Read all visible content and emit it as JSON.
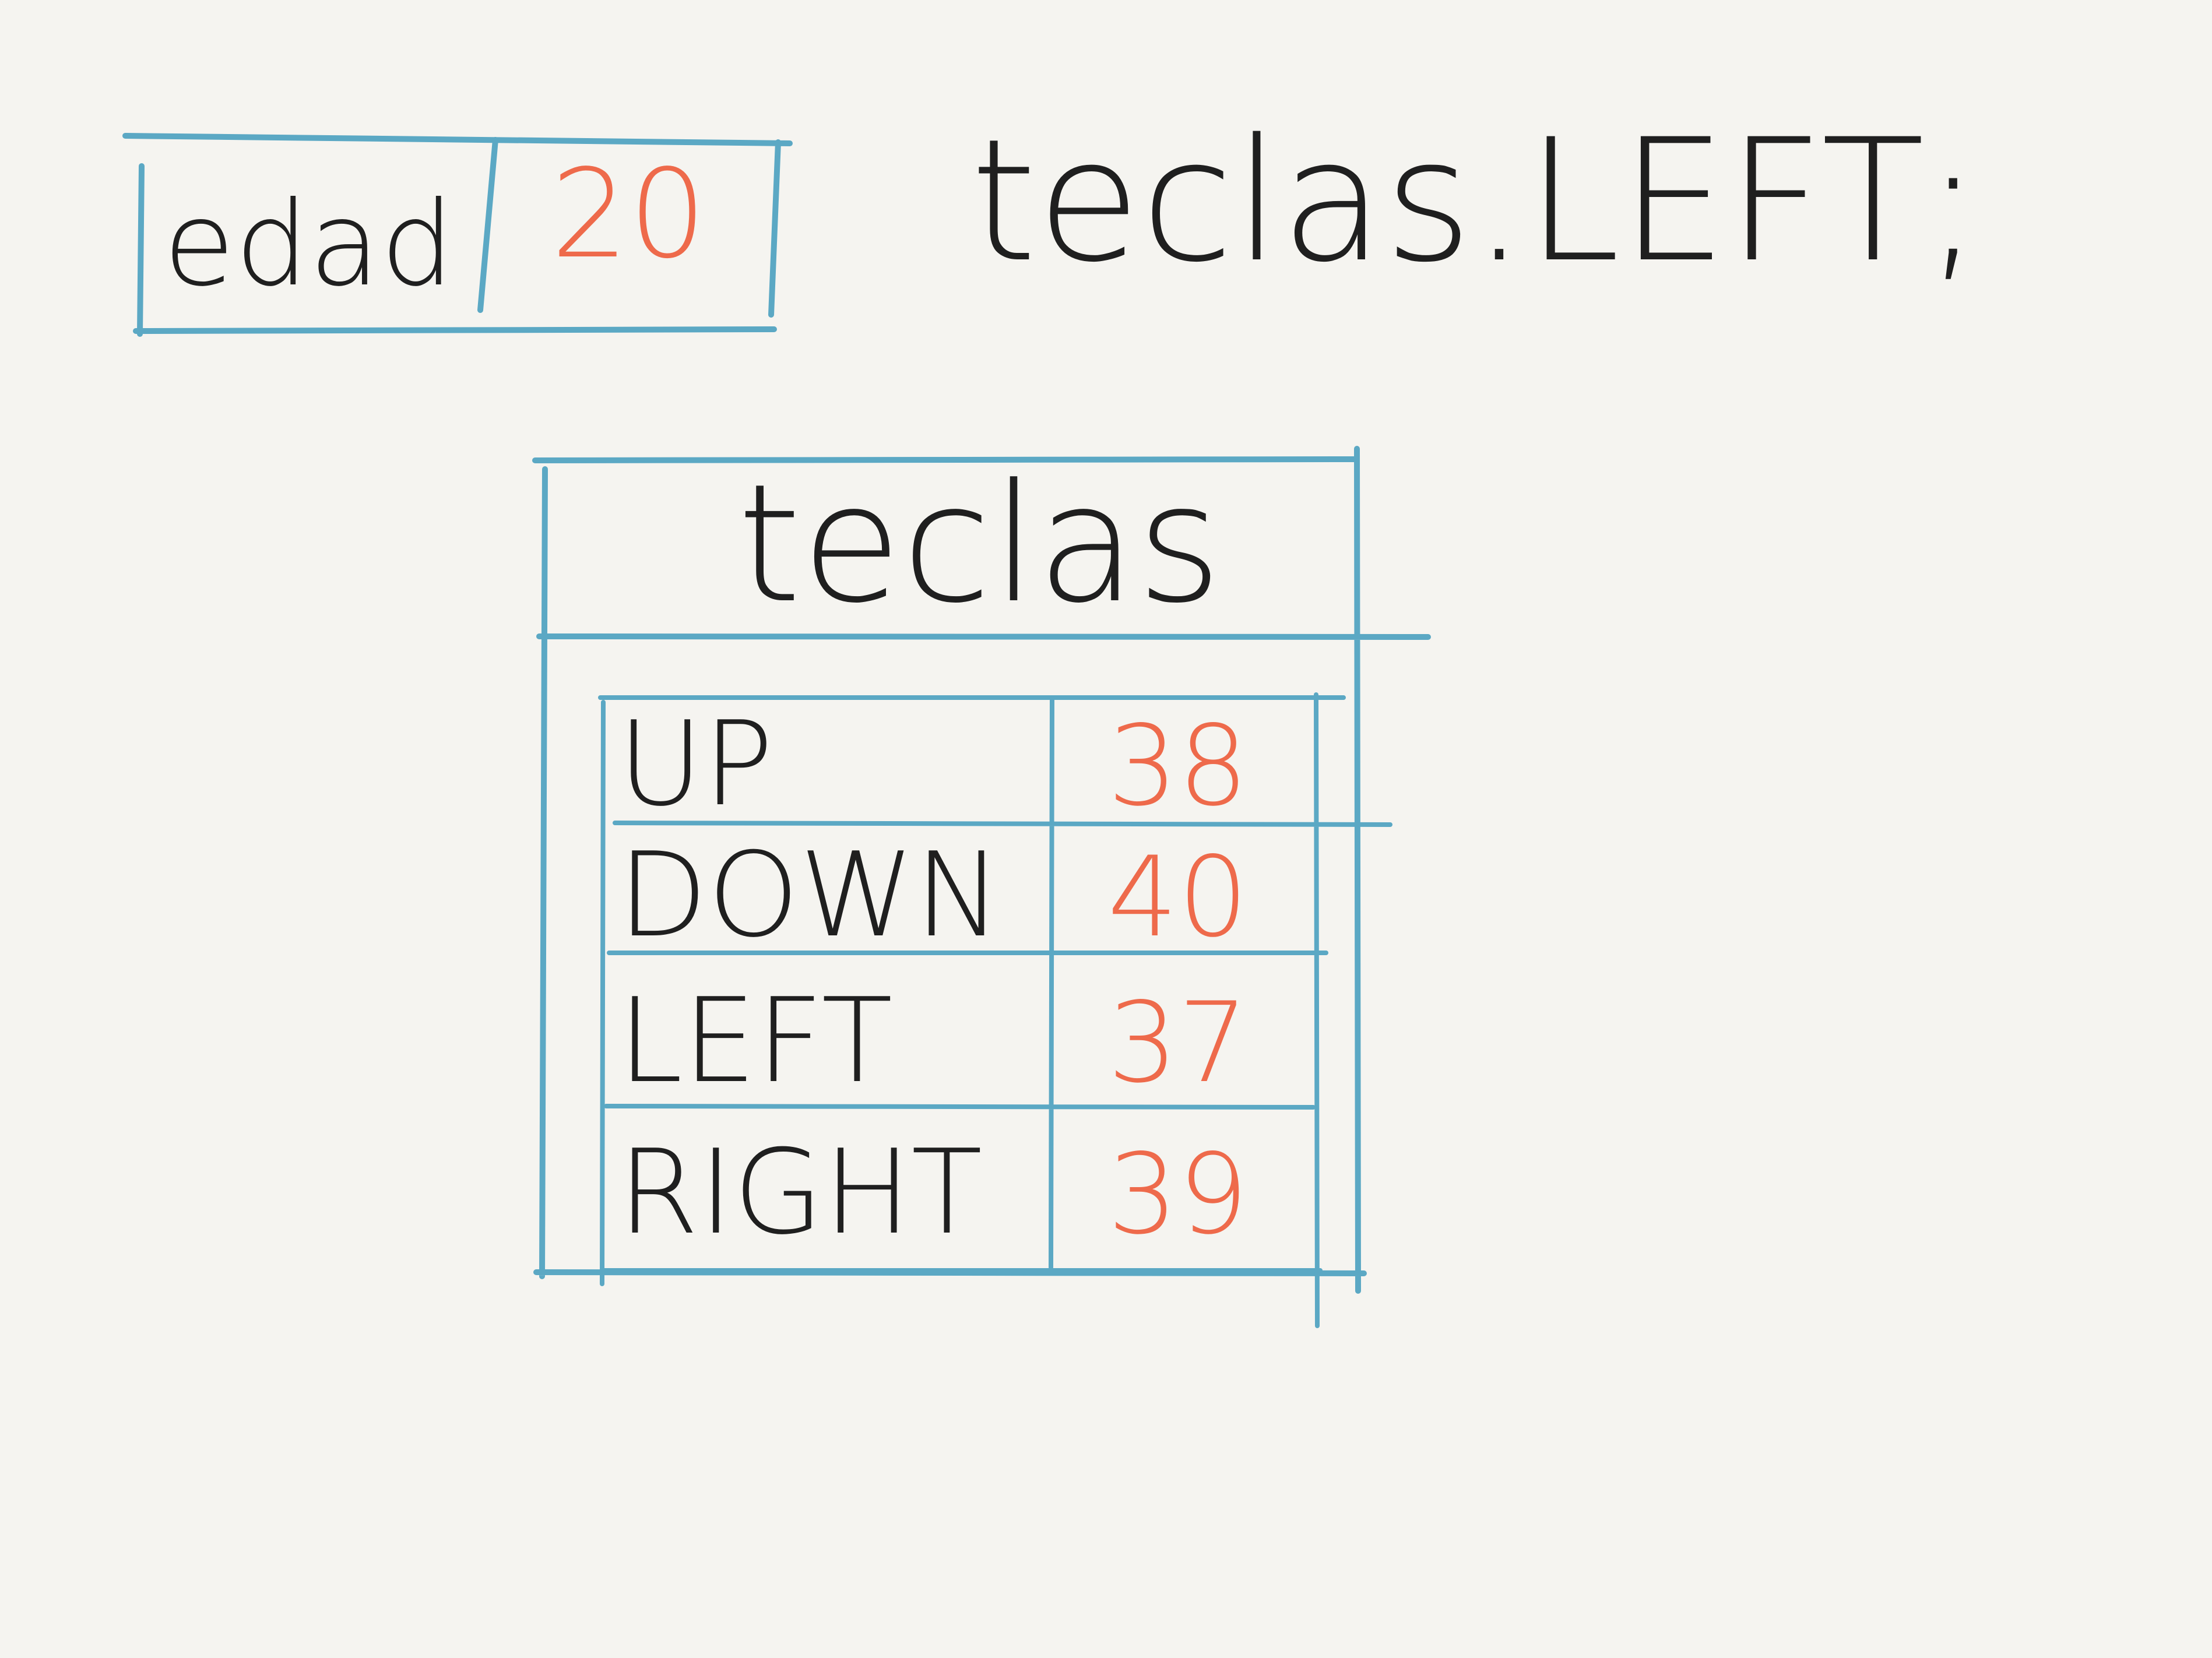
{
  "colors": {
    "background": "#f5f4f0",
    "frame": "#5ba8c4",
    "ink": "#1f1f1f",
    "value": "#ee6a4b"
  },
  "variable_box": {
    "name": "edad",
    "value": "20"
  },
  "expression": "teclas.LEFT;",
  "object_box": {
    "title": "teclas",
    "rows": [
      {
        "key": "UP",
        "value": "38"
      },
      {
        "key": "DOWN",
        "value": "40"
      },
      {
        "key": "LEFT",
        "value": "37"
      },
      {
        "key": "RIGHT",
        "value": "39"
      }
    ]
  }
}
